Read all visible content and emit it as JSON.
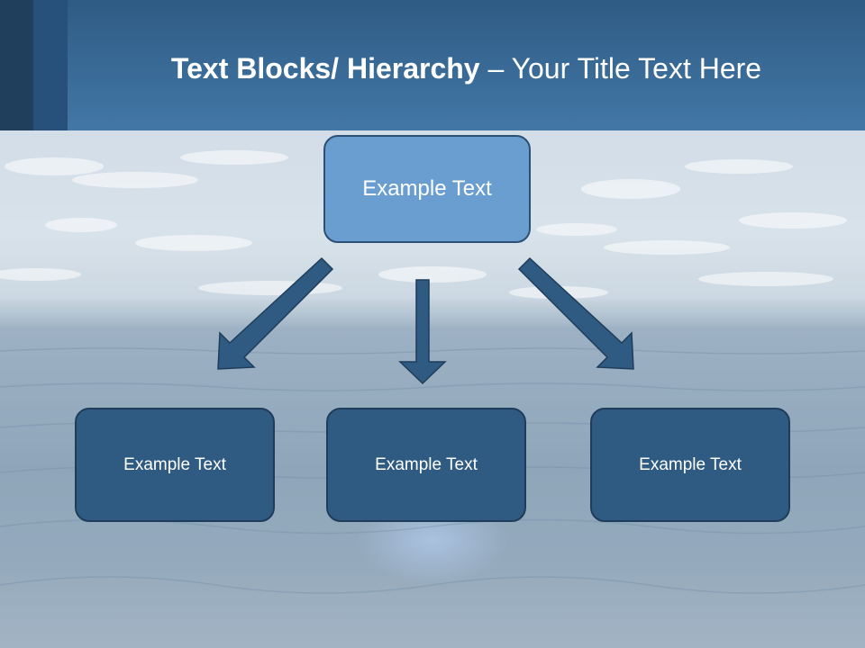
{
  "header": {
    "title_bold": "Text Blocks/ Hierarchy",
    "title_rest": " – Your Title Text Here"
  },
  "diagram": {
    "top_box": {
      "label": "Example Text"
    },
    "children": [
      {
        "label": "Example Text"
      },
      {
        "label": "Example Text"
      },
      {
        "label": "Example Text"
      }
    ]
  },
  "colors": {
    "header_blue": "#3a6b97",
    "top_box_fill": "#6a9ed0",
    "child_box_fill": "#2f5b82",
    "arrow_fill": "#2f5b82"
  },
  "icons": {
    "arrows": [
      "arrow-down-left-icon",
      "arrow-down-icon",
      "arrow-down-right-icon"
    ]
  }
}
